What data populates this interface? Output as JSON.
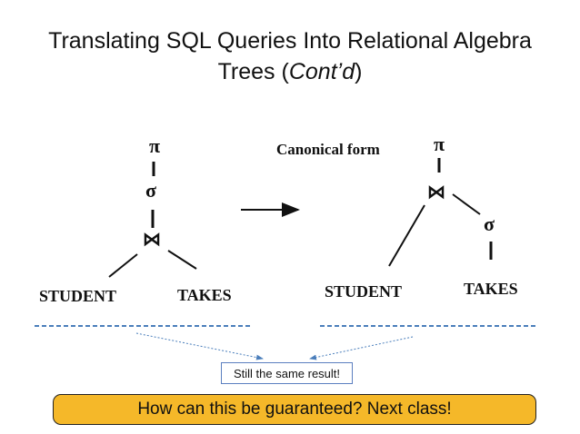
{
  "title": {
    "line1": "Translating SQL Queries Into Relational Algebra",
    "line2_prefix": "Trees (",
    "line2_italic": "Cont’d",
    "line2_suffix": ")"
  },
  "left_tree": {
    "projection": "π",
    "selection": "σ",
    "join": "⋈",
    "left_leaf": "STUDENT",
    "right_leaf": "TAKES"
  },
  "right_tree": {
    "heading": "Canonical form",
    "projection": "π",
    "join": "⋈",
    "selection": "σ",
    "left_leaf": "STUDENT",
    "right_leaf": "TAKES"
  },
  "callout": {
    "text": "Still the same result!"
  },
  "banner": {
    "text": "How can this be guaranteed? Next class!"
  },
  "colors": {
    "dashed": "#4a7ebb",
    "banner_fill": "#f5b829",
    "arrow": "#111111"
  }
}
